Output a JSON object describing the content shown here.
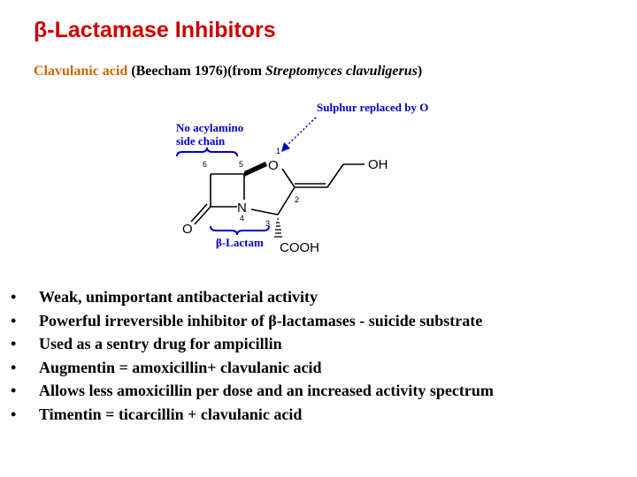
{
  "title": "β-Lactamase Inhibitors",
  "subtitle": {
    "acid_name": "Clavulanic acid",
    "source_prefix": "(Beecham 1976)(from ",
    "organism": "Streptomyces clavuligerus",
    "source_suffix": ")"
  },
  "structure": {
    "annotation_sulphur": "Sulphur replaced by O",
    "annotation_acylamino_line1": "No acylamino",
    "annotation_acylamino_line2": "side chain",
    "annotation_lactam": "β-Lactam",
    "atom_o_ring": "O",
    "atom_n": "N",
    "atom_o_carbonyl": "O",
    "group_oh": "OH",
    "group_cooh": "COOH",
    "num_1": "1",
    "num_2": "2",
    "num_3": "3",
    "num_4": "4",
    "num_5": "5",
    "num_6": "6",
    "colors": {
      "annotation": "#0000cc",
      "title": "#cc0000",
      "acid": "#cc6600"
    }
  },
  "bullets": [
    {
      "marker": "•",
      "text": "Weak, unimportant antibacterial activity"
    },
    {
      "marker": "•",
      "text": "Powerful irreversible inhibitor of β-lactamases - suicide substrate"
    },
    {
      "marker": "•",
      "text": "Used as a sentry drug for ampicillin"
    },
    {
      "marker": "•",
      "text": "Augmentin = amoxicillin+ clavulanic acid"
    },
    {
      "marker": "•",
      "text": "Allows less amoxicillin per dose and an increased activity spectrum"
    },
    {
      "marker": "•",
      "text": "Timentin = ticarcillin + clavulanic acid"
    }
  ]
}
